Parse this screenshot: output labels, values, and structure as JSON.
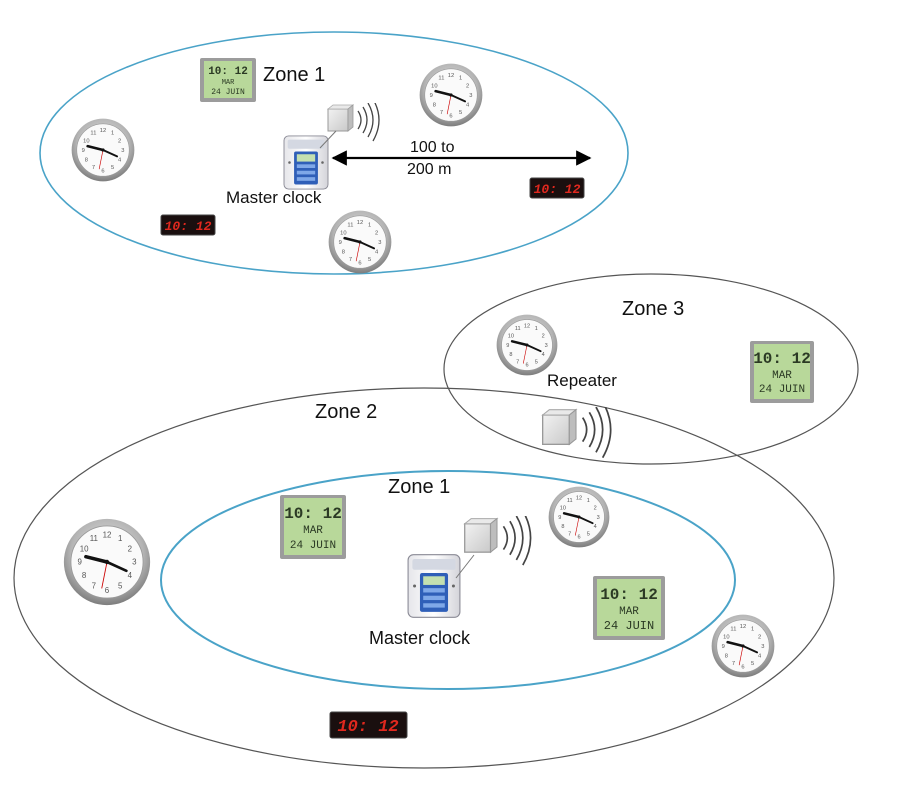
{
  "zones": {
    "top_zone1": "Zone 1",
    "zone3": "Zone 3",
    "zone2": "Zone 2",
    "bottom_zone1": "Zone 1"
  },
  "labels": {
    "master_top": "Master clock",
    "master_bottom": "Master clock",
    "repeater": "Repeater",
    "distance_line1": "100 to",
    "distance_line2": "200 m"
  },
  "displays": {
    "led_time": "10: 12",
    "lcd_time": "10: 12",
    "lcd_day": "MAR",
    "lcd_date": "24 JUIN"
  },
  "colors": {
    "zone1_border": "#4aa3c8",
    "zone_border": "#555555",
    "led_background": "#1a0f0f",
    "led_digits": "#e0281e",
    "lcd_background": "#b8d89a"
  }
}
